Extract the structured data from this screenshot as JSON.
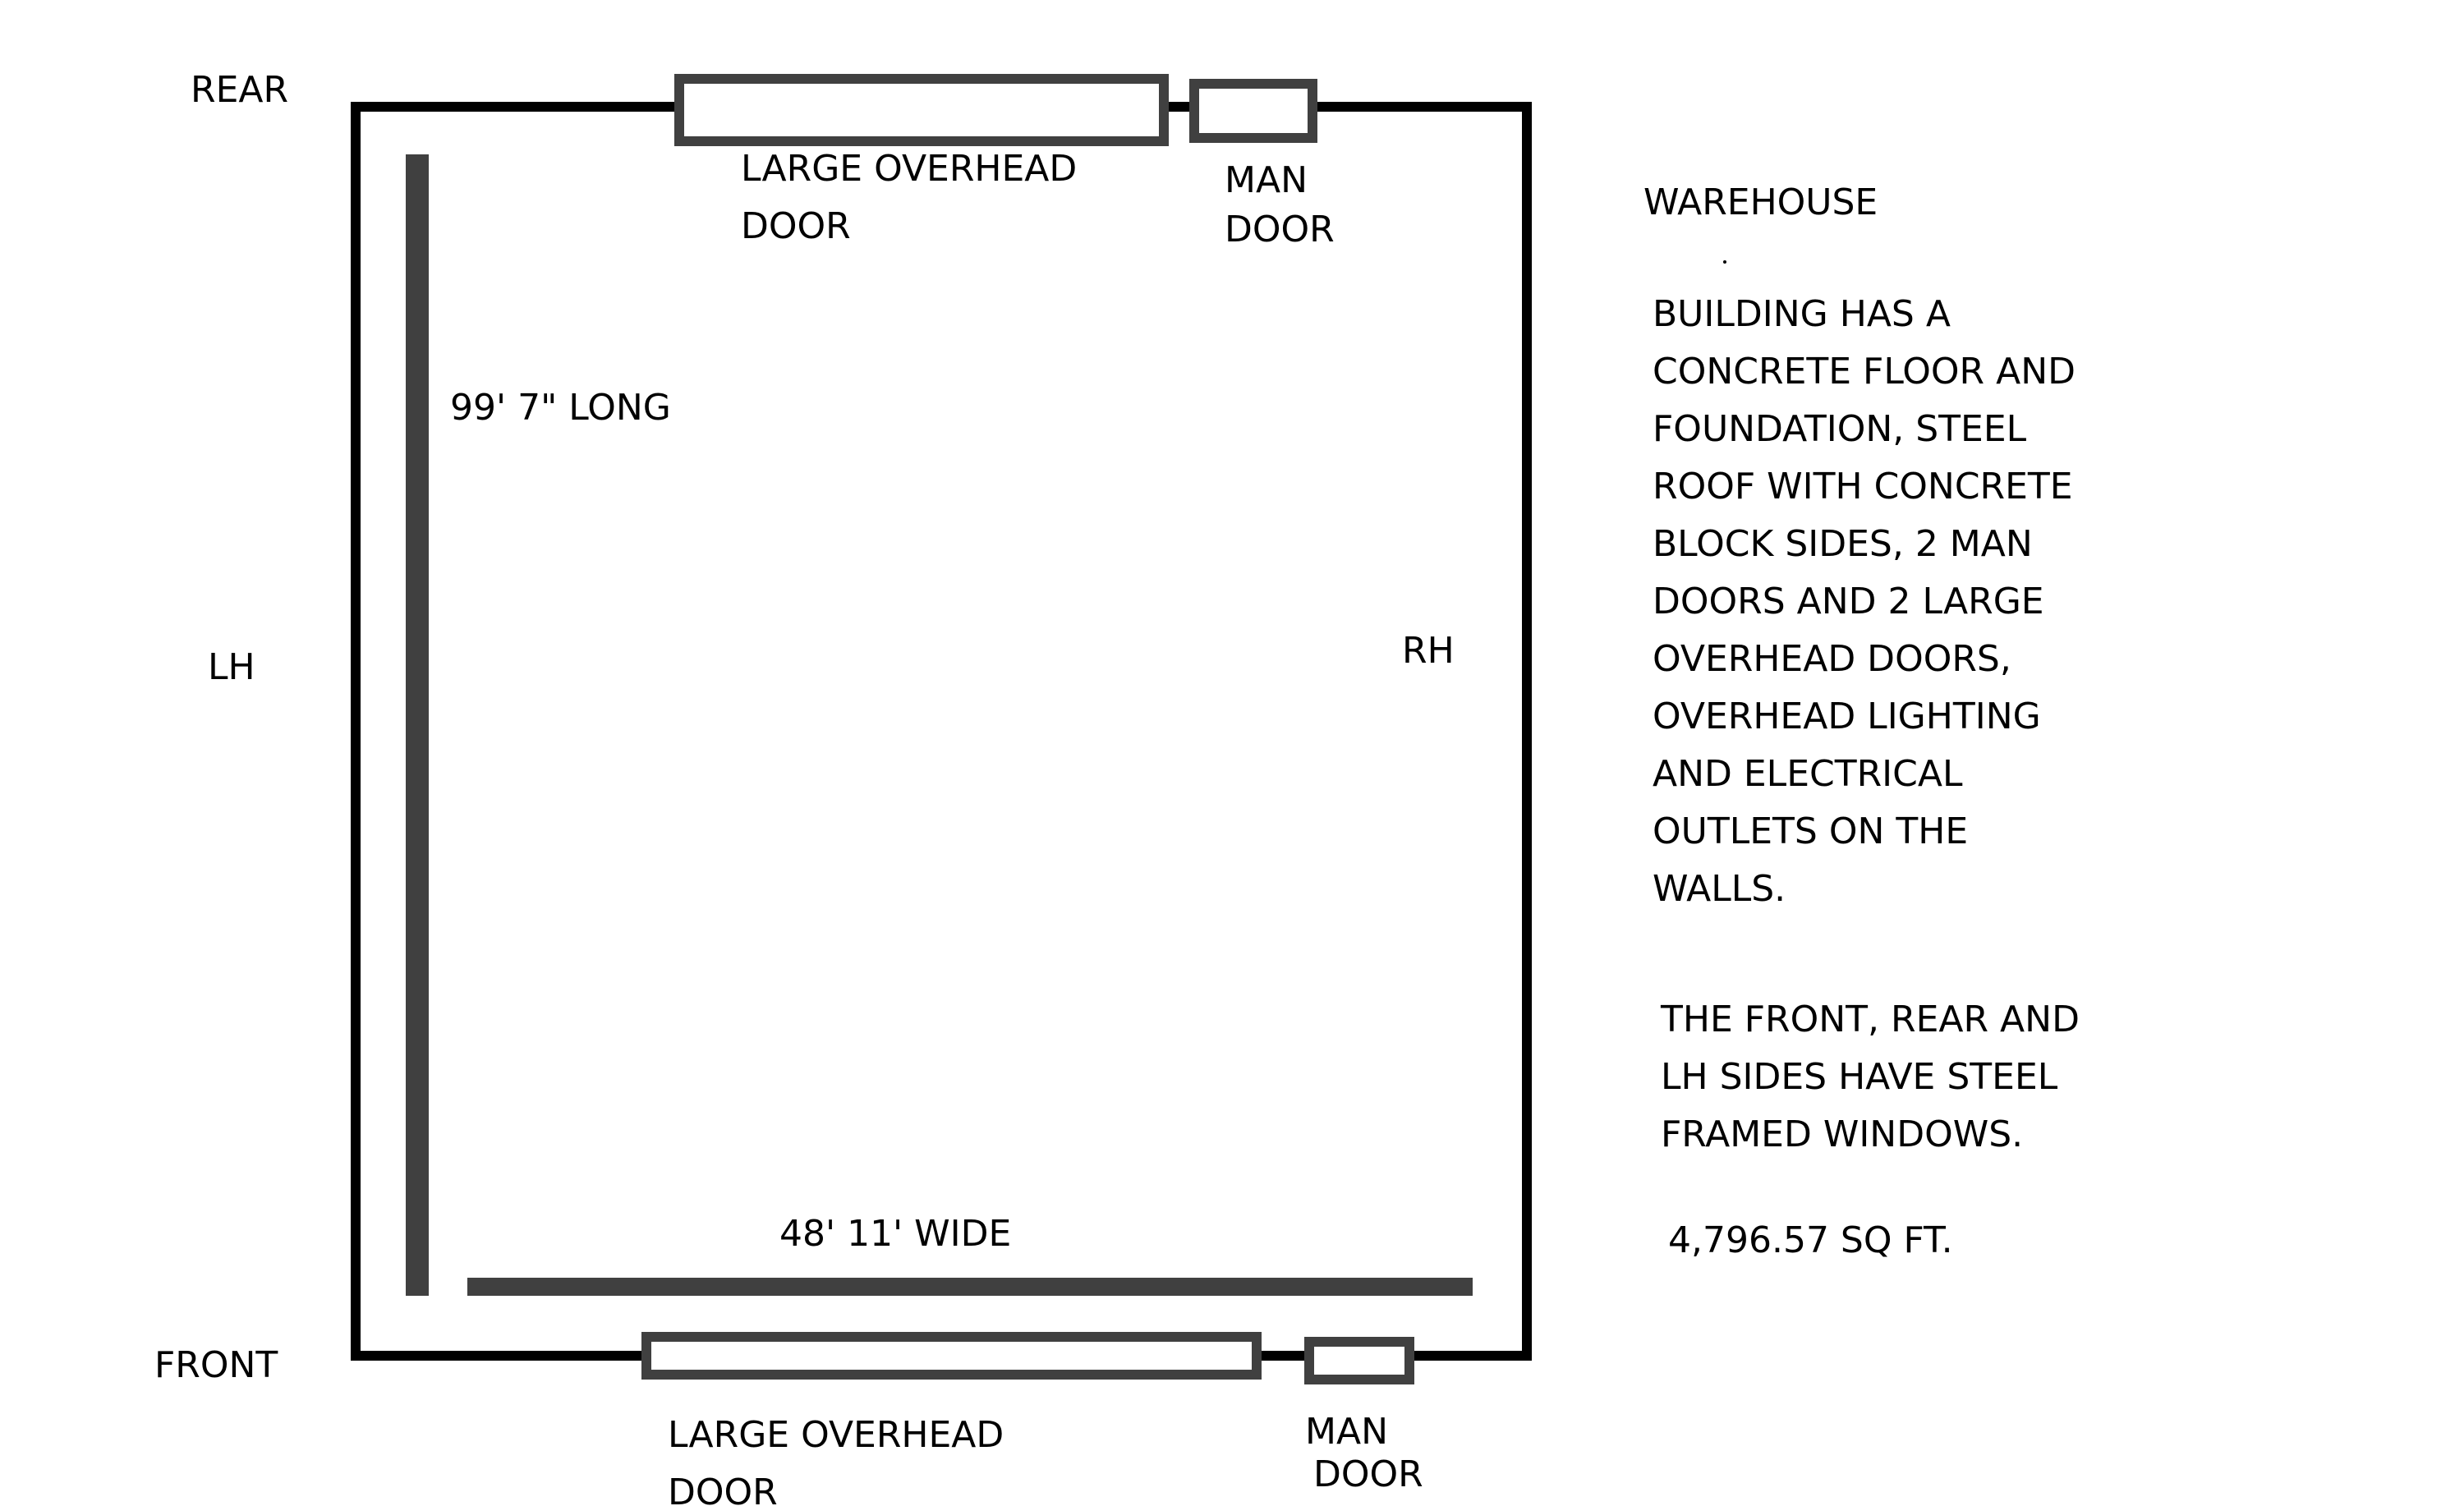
{
  "colors": {
    "outline": "#000000",
    "fixture": "#404040",
    "text": "#000000",
    "background": "#ffffff"
  },
  "sides": {
    "rear": "REAR",
    "front": "FRONT",
    "left": "LH",
    "right": "RH"
  },
  "dimensions": {
    "length": "99' 7\" LONG",
    "width": "48' 11' WIDE"
  },
  "rear_doors": {
    "overhead": [
      "LARGE OVERHEAD",
      "DOOR"
    ],
    "man": [
      "MAN",
      "DOOR"
    ]
  },
  "front_doors": {
    "overhead": [
      "LARGE OVERHEAD",
      "DOOR"
    ],
    "man": [
      "MAN",
      "DOOR"
    ]
  },
  "notes": {
    "title": "WAREHOUSE",
    "description": [
      "BUILDING HAS A",
      "CONCRETE FLOOR AND",
      "FOUNDATION,  STEEL",
      "ROOF WITH CONCRETE",
      "BLOCK SIDES, 2 MAN",
      "DOORS AND 2 LARGE",
      "OVERHEAD DOORS,",
      "OVERHEAD LIGHTING",
      "AND ELECTRICAL",
      "OUTLETS ON THE",
      "WALLS."
    ],
    "windows": [
      "THE FRONT, REAR AND",
      "LH SIDES HAVE STEEL",
      "FRAMED WINDOWS."
    ],
    "area": "4,796.57 SQ FT."
  }
}
